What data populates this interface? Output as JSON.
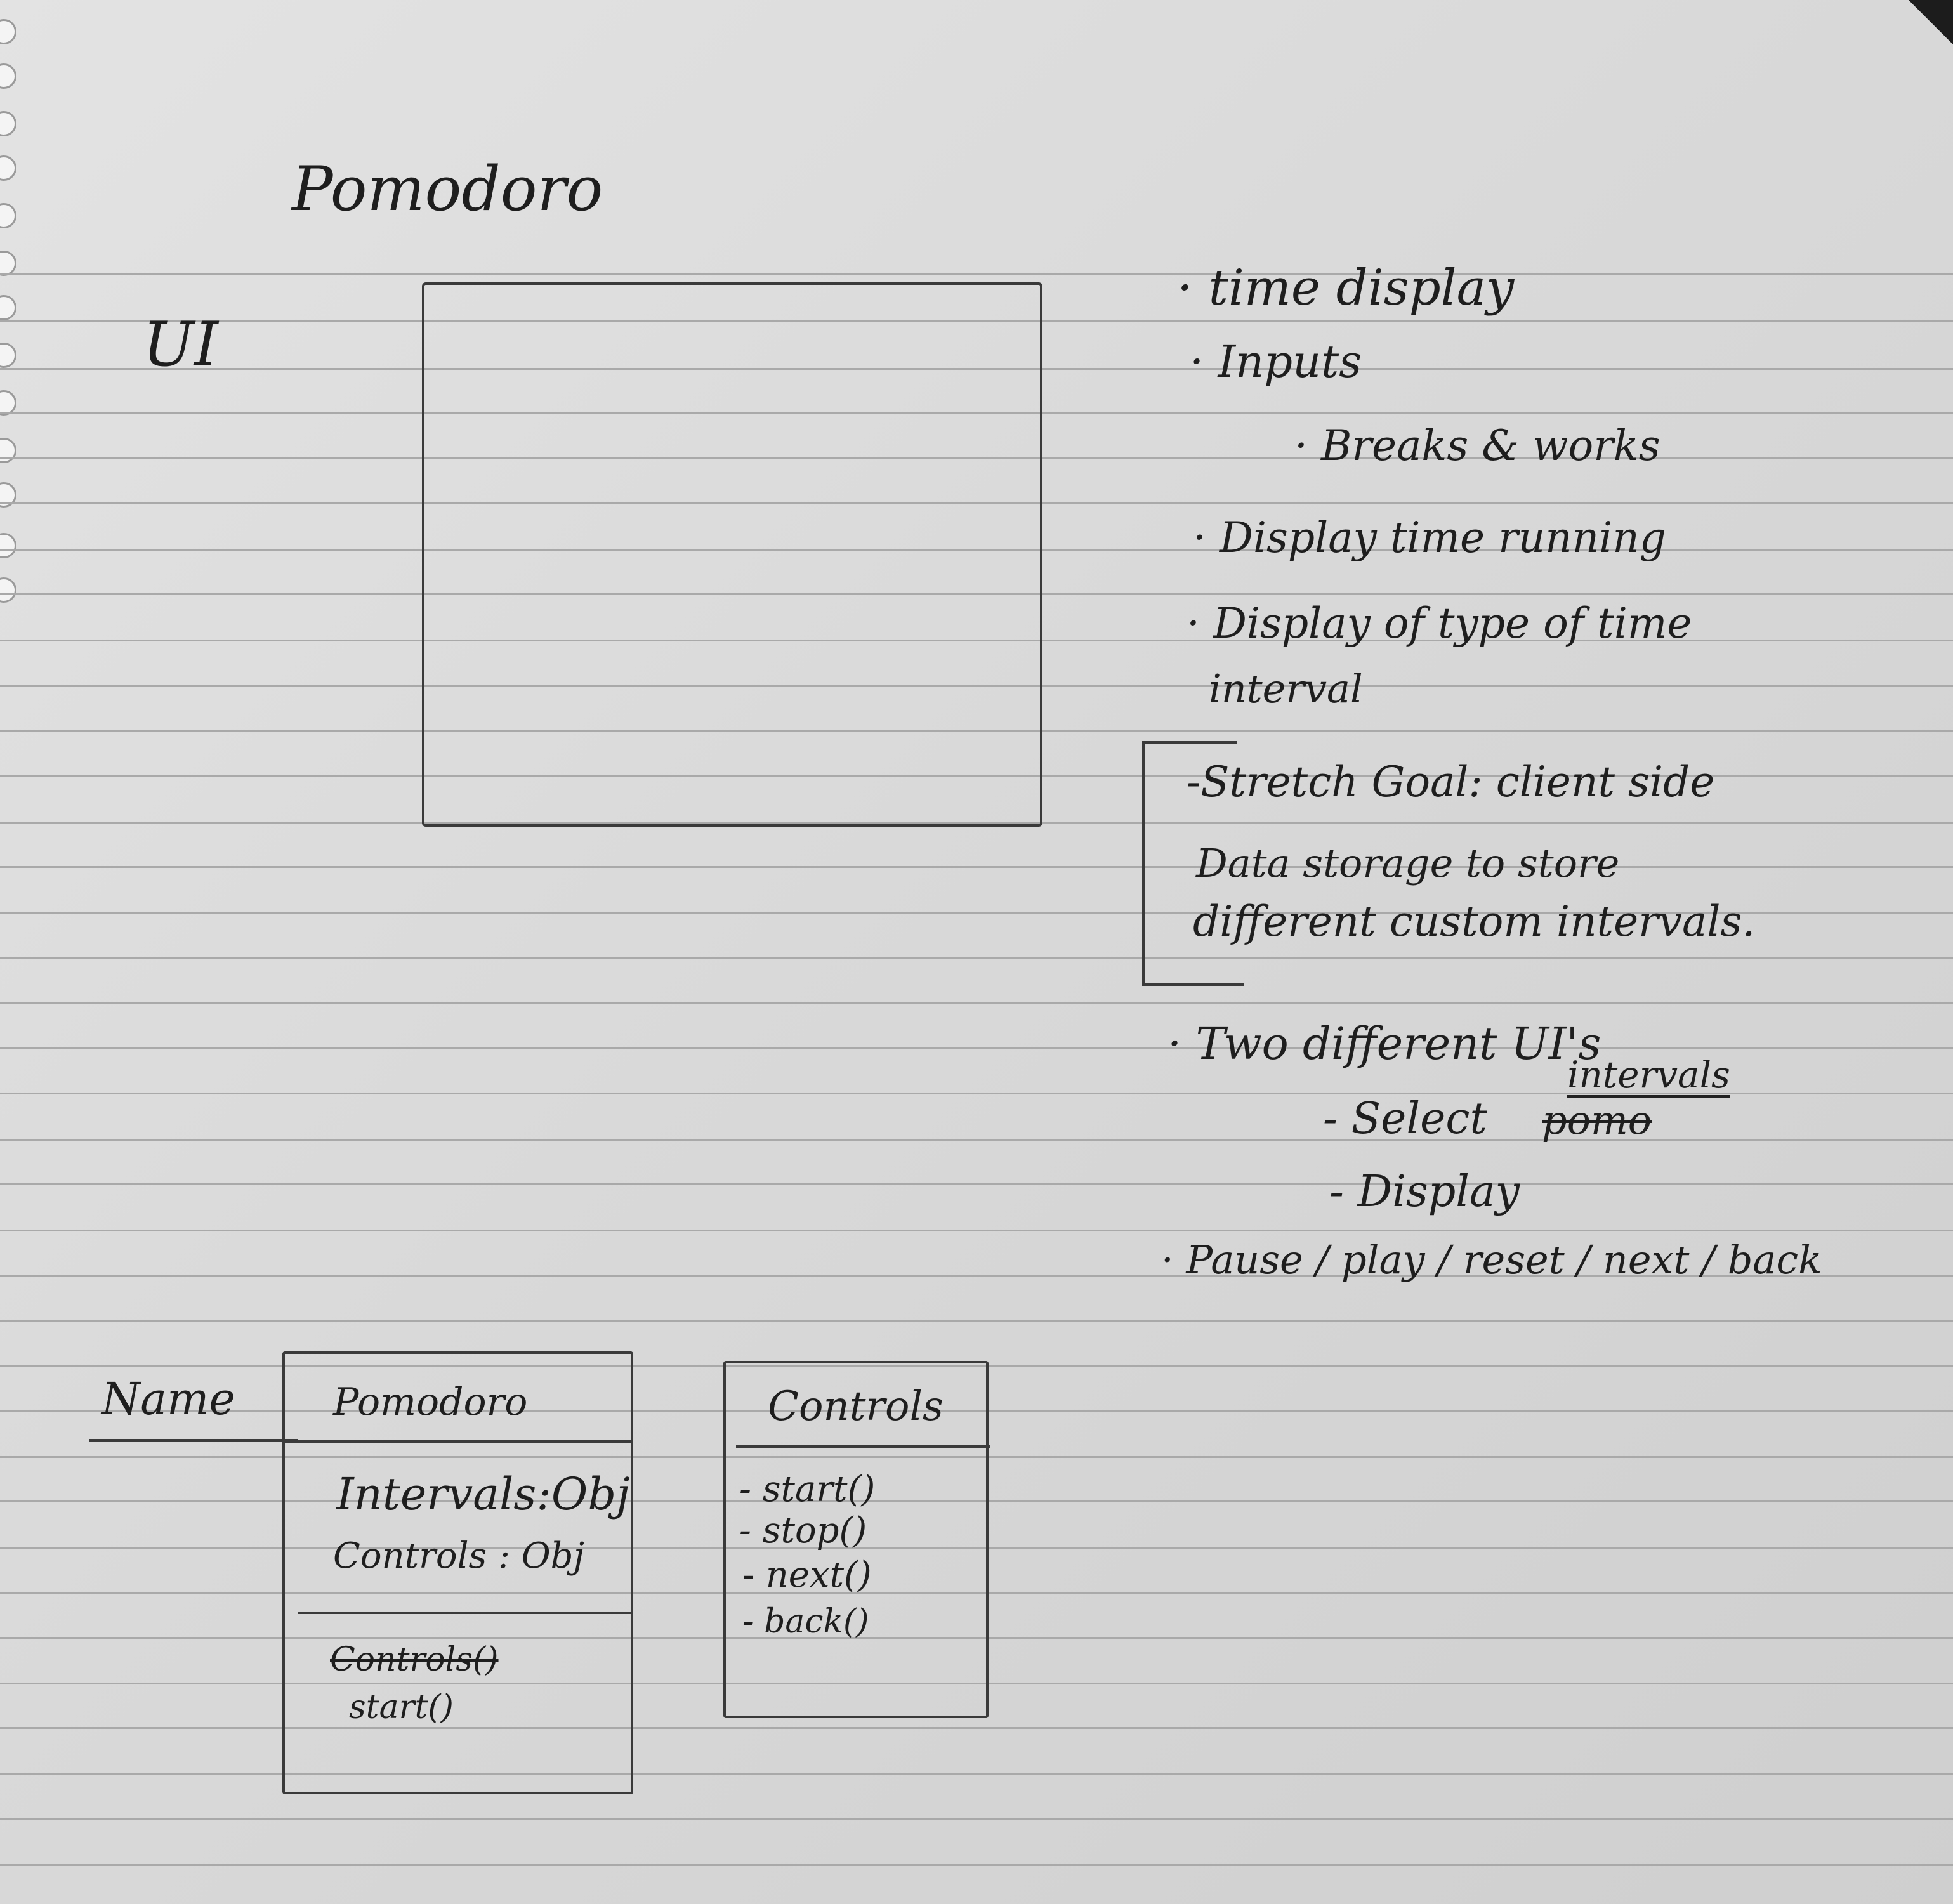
{
  "page_title": "Pomodoro",
  "ui_label": "UI",
  "notes": [
    "· time display",
    "· Inputs",
    "· Breaks & works",
    "· Display   time running",
    "· Display  of  type  of  time",
    "interval"
  ],
  "stretch_goal": {
    "line1": "-Stretch Goal: client side",
    "line2": "Data   storage to  store",
    "line3": "different  custom  intervals."
  },
  "notes2": {
    "two_uis": "· Two  different  UI's",
    "intervals_inserted": "intervals",
    "select_prefix": "- Select",
    "select_crossed": "pomo",
    "display": "- Display",
    "controls_list": "· Pause  / play  / reset  / next / back"
  },
  "class_diagram": {
    "name_label": "Name",
    "pomodoro": {
      "title": "Pomodoro",
      "attributes": [
        "Intervals:Obj",
        "Controls : Obj"
      ],
      "methods_crossed": "Controls()",
      "methods": [
        "start()"
      ]
    },
    "controls": {
      "title": "Controls",
      "methods": [
        "- start()",
        "- stop()",
        "- next()",
        "- back()"
      ]
    }
  }
}
